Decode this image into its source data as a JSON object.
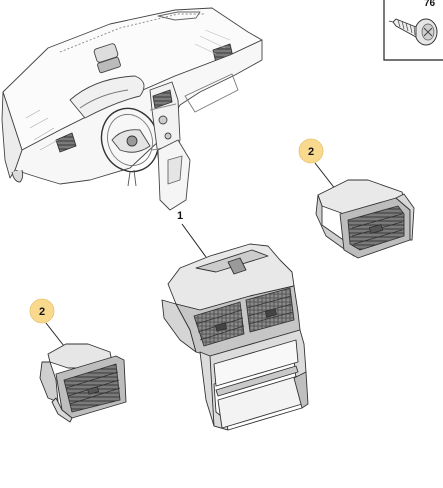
{
  "parts": {
    "center_vent_number": "1",
    "side_vent_right_number": "2",
    "side_vent_left_number": "2",
    "screw_number": "76"
  },
  "colors": {
    "callout_fill": "#F9D98E",
    "line": "#333333",
    "light_line": "#9a9a9a",
    "grille": "#6b6b6b"
  },
  "icons": {
    "screw_box": "screw-icon",
    "dashboard": "dashboard-illustration",
    "center_vent": "center-vent-assembly",
    "side_vents": "side-air-vent"
  }
}
